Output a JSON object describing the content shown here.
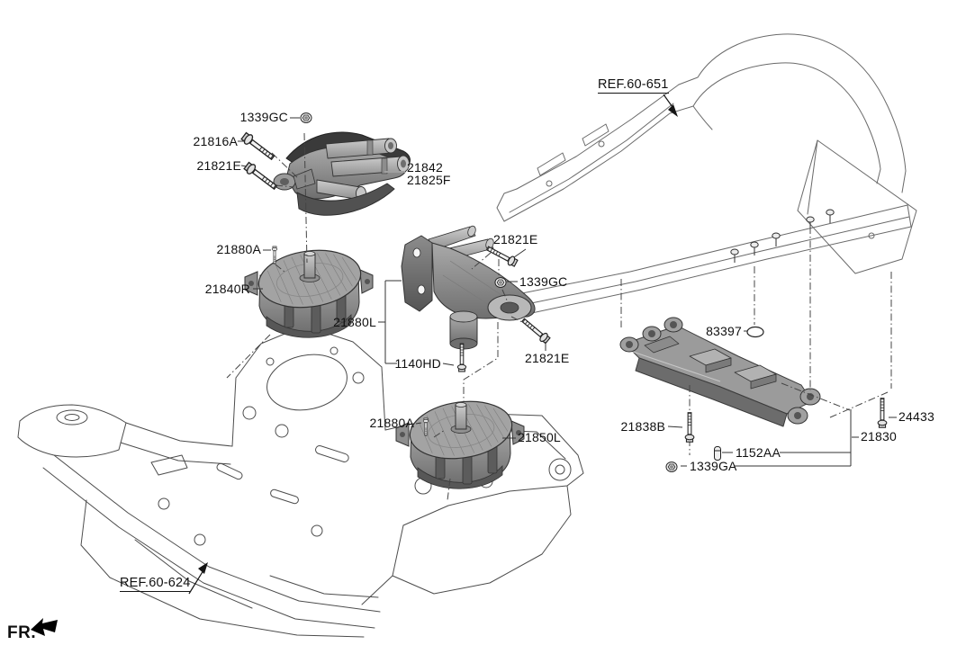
{
  "diagram_type": "parts-exploded-view",
  "colors": {
    "background": "#ffffff",
    "outline": "#3c3c3c",
    "thin_line": "#5a5a5a",
    "text": "#101010",
    "part_light": "#c2c2c2",
    "part_mid": "#9a9a9a",
    "part_dark": "#5f5f5f"
  },
  "orientation": {
    "label": "FR."
  },
  "references": {
    "floor_panel": {
      "label": "REF.60-651"
    },
    "subframe": {
      "label": "REF.60-624"
    }
  },
  "callouts": {
    "nut_1339gc_top": {
      "label": "1339GC",
      "type": "nut"
    },
    "bolt_21816a": {
      "label": "21816A",
      "type": "bolt"
    },
    "bolt_21821e_upper_left": {
      "label": "21821E",
      "type": "bolt"
    },
    "bracket_21842": {
      "label": "21842",
      "type": "part"
    },
    "bracket_21825f": {
      "label": "21825F",
      "type": "part"
    },
    "bolt_21880a_left": {
      "label": "21880A",
      "type": "bolt"
    },
    "mount_21840r": {
      "label": "21840R",
      "type": "part"
    },
    "bracket_21880l": {
      "label": "21880L",
      "type": "part"
    },
    "bolt_1140hd": {
      "label": "1140HD",
      "type": "bolt"
    },
    "bolt_21821e_mid": {
      "label": "21821E",
      "type": "bolt"
    },
    "nut_1339gc_mid": {
      "label": "1339GC",
      "type": "nut"
    },
    "bolt_21821e_low": {
      "label": "21821E",
      "type": "bolt"
    },
    "bolt_21880a_bottom": {
      "label": "21880A",
      "type": "bolt"
    },
    "mount_21850l": {
      "label": "21850L",
      "type": "part"
    },
    "grommet_83397": {
      "label": "83397",
      "type": "grommet"
    },
    "bolt_21838b": {
      "label": "21838B",
      "type": "bolt"
    },
    "bolt_24433": {
      "label": "24433",
      "type": "bolt"
    },
    "crossmember_21830": {
      "label": "21830",
      "type": "part"
    },
    "stud_1152aa": {
      "label": "1152AA",
      "type": "stud"
    },
    "nut_1339ga": {
      "label": "1339GA",
      "type": "nut"
    }
  }
}
